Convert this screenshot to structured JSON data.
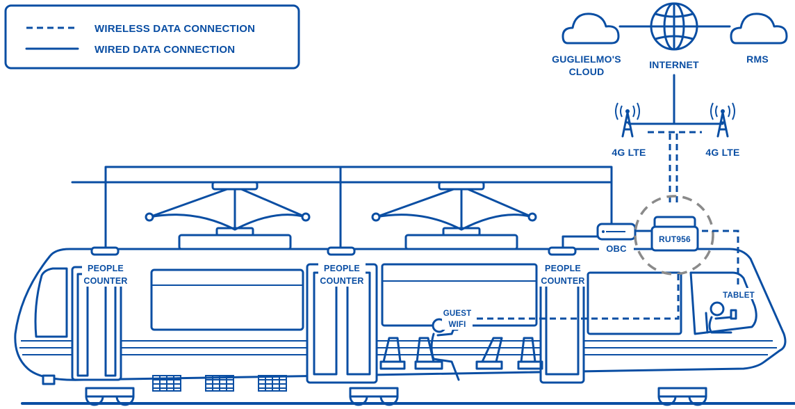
{
  "legend": {
    "wireless": "WIRELESS DATA CONNECTION",
    "wired": "WIRED DATA CONNECTION"
  },
  "nodes": {
    "cloud": [
      "GUGLIELMO'S",
      "CLOUD"
    ],
    "internet": "INTERNET",
    "rms": "RMS",
    "lte_left": "4G LTE",
    "lte_right": "4G LTE",
    "router": "RUT956",
    "obc": "OBC",
    "guest_wifi": [
      "GUEST",
      "WIFI"
    ],
    "tablet": "TABLET"
  },
  "people_counters": [
    [
      "PEOPLE",
      "COUNTER"
    ],
    [
      "PEOPLE",
      "COUNTER"
    ],
    [
      "PEOPLE",
      "COUNTER"
    ]
  ],
  "colors": {
    "primary": "#0a4ea3",
    "router_ring": "#8a8a8a",
    "background": "#ffffff"
  }
}
